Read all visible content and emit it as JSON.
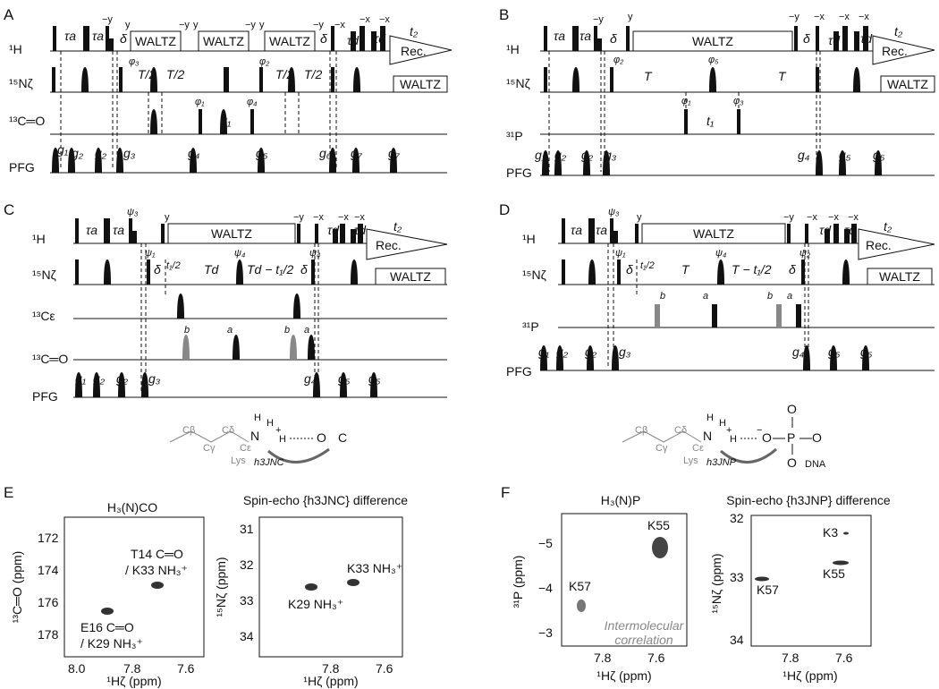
{
  "panels": {
    "A": {
      "letter": "A",
      "channels": [
        "¹H",
        "¹⁵Nζ",
        "¹³C═O",
        "PFG"
      ],
      "blocks": [
        "WALTZ",
        "WALTZ",
        "WALTZ",
        "WALTZ"
      ],
      "acq": "Rec.",
      "t2": "t₂",
      "phases": [
        "−y",
        "y",
        "−y",
        "y",
        "−y",
        "y",
        "−y",
        "−x",
        "−x",
        "−x"
      ],
      "delays": [
        "τa",
        "τa",
        "δ",
        "δ",
        "τd",
        "τd",
        "T/2",
        "T/2",
        "T/2",
        "T/2",
        "t₁"
      ],
      "phis": [
        "φ₃",
        "φ₂",
        "φ₁",
        "φ₄"
      ],
      "gradients": [
        "g₁",
        "g₂",
        "g₂",
        "g₃",
        "g₄",
        "g₅",
        "g₆",
        "g₇",
        "g₇"
      ]
    },
    "B": {
      "letter": "B",
      "channels": [
        "¹H",
        "¹⁵Nζ",
        "³¹P",
        "PFG"
      ],
      "blocks": [
        "WALTZ",
        "WALTZ"
      ],
      "acq": "Rec.",
      "t2": "t₂",
      "phases": [
        "−y",
        "y",
        "−y",
        "−x",
        "−x",
        "−x"
      ],
      "delays": [
        "τa",
        "τa",
        "δ",
        "δ",
        "τd",
        "τd",
        "T",
        "T",
        "t₁"
      ],
      "phis": [
        "φ₂",
        "φ₅",
        "φ₁",
        "φ₃"
      ],
      "gradients": [
        "g₁",
        "g₂",
        "g₂",
        "g₃",
        "g₄",
        "g₅",
        "g₅"
      ]
    },
    "C": {
      "letter": "C",
      "channels": [
        "¹H",
        "¹⁵Nζ",
        "¹³Cε",
        "¹³C═O",
        "PFG"
      ],
      "blocks": [
        "WALTZ",
        "WALTZ"
      ],
      "acq": "Rec.",
      "t2": "t₂",
      "phases": [
        "y",
        "−y",
        "−x",
        "−x",
        "−x"
      ],
      "psis": [
        "ψ₃",
        "ψ₁",
        "ψ₄",
        "ψ₄"
      ],
      "delays": [
        "τa",
        "τa",
        "δ",
        "δ",
        "τd",
        "τd",
        "t₁/2",
        "Td",
        "Td − t₁/2"
      ],
      "marks": [
        "b",
        "a",
        "b",
        "a"
      ],
      "gradients": [
        "g₁",
        "g₂",
        "g₂",
        "g₃",
        "g₄",
        "g₅",
        "g₅"
      ],
      "chem": {
        "chain": [
          "Cβ",
          "Cγ",
          "Cδ",
          "Cε"
        ],
        "residue": "Lys",
        "n": "N",
        "h": [
          "H",
          "H",
          "H"
        ],
        "plus": "+",
        "acceptor": [
          "O",
          "C"
        ],
        "coupling": "h3JNC"
      }
    },
    "D": {
      "letter": "D",
      "channels": [
        "¹H",
        "¹⁵Nζ",
        "³¹P",
        "PFG"
      ],
      "blocks": [
        "WALTZ",
        "WALTZ"
      ],
      "acq": "Rec.",
      "t2": "t₂",
      "phases": [
        "y",
        "−y",
        "−x",
        "−x",
        "−x"
      ],
      "psis": [
        "ψ₃",
        "ψ₁",
        "ψ₄",
        "ψ₂"
      ],
      "delays": [
        "τa",
        "τa",
        "δ",
        "δ",
        "τd",
        "τd",
        "t₁/2",
        "T",
        "T − t₁/2"
      ],
      "marks": [
        "b",
        "a",
        "b",
        "a"
      ],
      "gradients": [
        "g₁",
        "g₂",
        "g₂",
        "g₃",
        "g₄",
        "g₅",
        "g₅"
      ],
      "chem": {
        "chain": [
          "Cβ",
          "Cγ",
          "Cδ",
          "Cε"
        ],
        "residue": "Lys",
        "n": "N",
        "h": [
          "H",
          "H",
          "H"
        ],
        "plus": "+",
        "acceptor": [
          "O",
          "P",
          "O",
          "O",
          "O"
        ],
        "minus": "−",
        "dna": "DNA",
        "coupling": "h3JNP"
      }
    },
    "E": {
      "letter": "E",
      "plot1": {
        "title": "H₃(N)CO",
        "xlabel": "¹Hζ (ppm)",
        "ylabel": "¹³C═O (ppm)",
        "xticks": [
          "8.0",
          "7.8",
          "7.6"
        ],
        "yticks": [
          "172",
          "174",
          "176",
          "178"
        ],
        "peaks": [
          {
            "label1": "T14 C═O",
            "label2": "/ K33 NH₃⁺"
          },
          {
            "label1": "E16 C═O",
            "label2": "/ K29 NH₃⁺"
          }
        ]
      },
      "plot2": {
        "title": "Spin-echo {h3JNC} difference",
        "xlabel": "¹Hζ (ppm)",
        "ylabel": "¹⁵Nζ (ppm)",
        "xticks": [
          "7.8",
          "7.6"
        ],
        "yticks": [
          "31",
          "32",
          "33",
          "34"
        ],
        "peaks": [
          {
            "label": "K33 NH₃⁺"
          },
          {
            "label": "K29 NH₃⁺"
          }
        ]
      }
    },
    "F": {
      "letter": "F",
      "plot1": {
        "title": "H₃(N)P",
        "xlabel": "¹Hζ (ppm)",
        "ylabel": "³¹P (ppm)",
        "xticks": [
          "7.8",
          "7.6"
        ],
        "yticks": [
          "−5",
          "−4",
          "−3"
        ],
        "peaks": [
          {
            "label": "K55"
          },
          {
            "label": "K57"
          }
        ],
        "note": [
          "Intermolecular",
          "correlation"
        ]
      },
      "plot2": {
        "title": "Spin-echo {h3JNP} difference",
        "xlabel": "¹Hζ (ppm)",
        "ylabel": "¹⁵Nζ (ppm)",
        "xticks": [
          "7.8",
          "7.6"
        ],
        "yticks": [
          "32",
          "33",
          "34"
        ],
        "peaks": [
          {
            "label": "K3"
          },
          {
            "label": "K55"
          },
          {
            "label": "K57"
          }
        ]
      }
    }
  }
}
